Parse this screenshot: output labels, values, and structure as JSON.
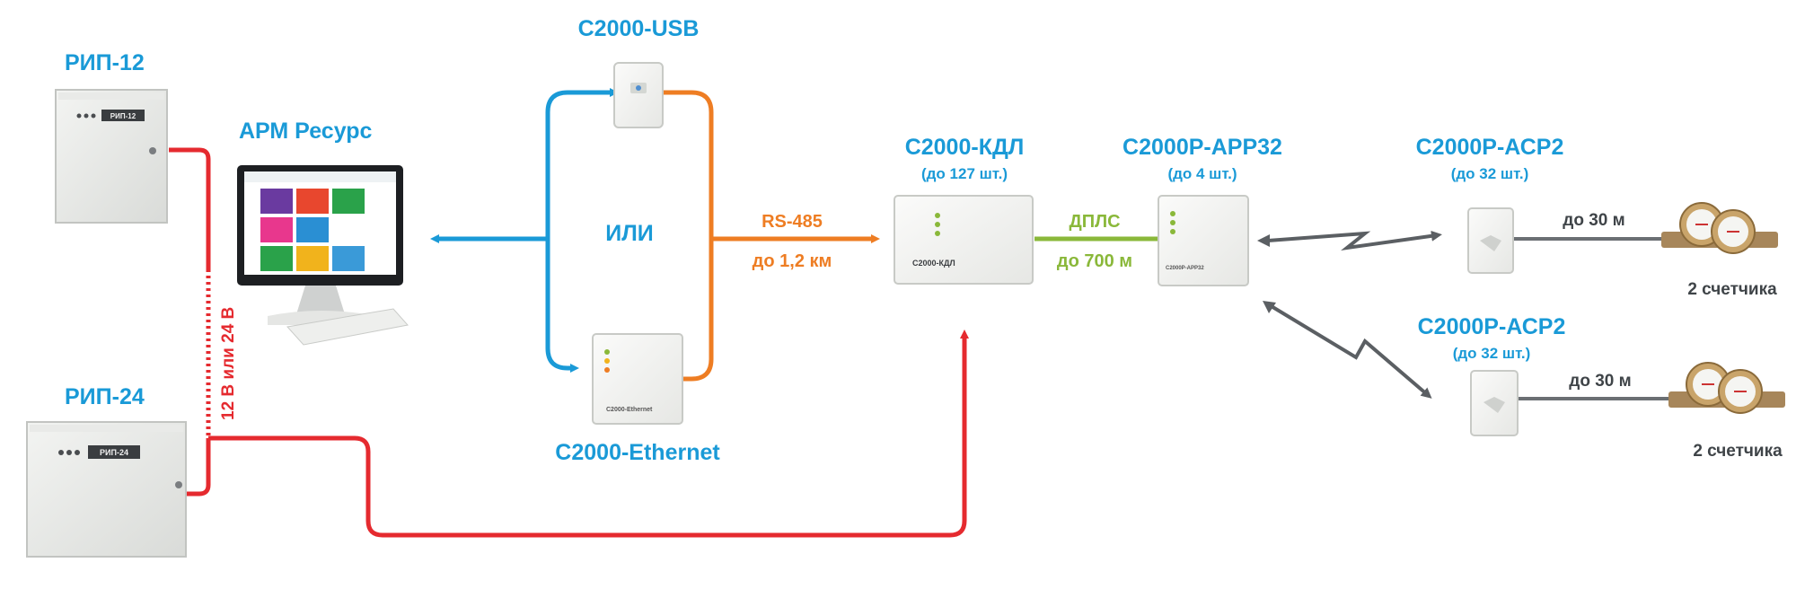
{
  "devices": {
    "rip12": "РИП-12",
    "rip24": "РИП-24",
    "arm": "АРМ Ресурс",
    "usb": "С2000-USB",
    "ethernet": "С2000-Ethernet",
    "kdl": "С2000-КДЛ",
    "kdl_count": "(до 127 шт.)",
    "arr32": "С2000Р-АРР32",
    "arr32_count": "(до 4 шт.)",
    "acp2_top": "С2000Р-АСР2",
    "acp2_top_count": "(до 32 шт.)",
    "acp2_bottom": "С2000Р-АСР2",
    "acp2_bottom_count": "(до 32 шт.)"
  },
  "connections": {
    "or": "ИЛИ",
    "rs485": "RS-485",
    "rs485_distance": "до 1,2 км",
    "dpls": "ДПЛС",
    "dpls_distance": "до 700 м",
    "meter_distance_top": "до 30 м",
    "meter_distance_bottom": "до 30 м",
    "power": "12 В или 24 В"
  },
  "meters": {
    "top": "2 счетчика",
    "bottom": "2 счетчика"
  },
  "device_labels": {
    "rip12_plate": "РИП-12",
    "rip24_plate": "РИП-24",
    "kdl_plate": "С2000-КДЛ",
    "arr32_plate": "С2000Р-АРР32",
    "ethernet_plate": "С2000-Ethernet"
  },
  "colors": {
    "accent_blue": "#1a9ad7",
    "rs485_orange": "#ee7d23",
    "dpls_green": "#8ab83a",
    "power_red": "#e52a2f",
    "radio_gray": "#5b5f63"
  }
}
